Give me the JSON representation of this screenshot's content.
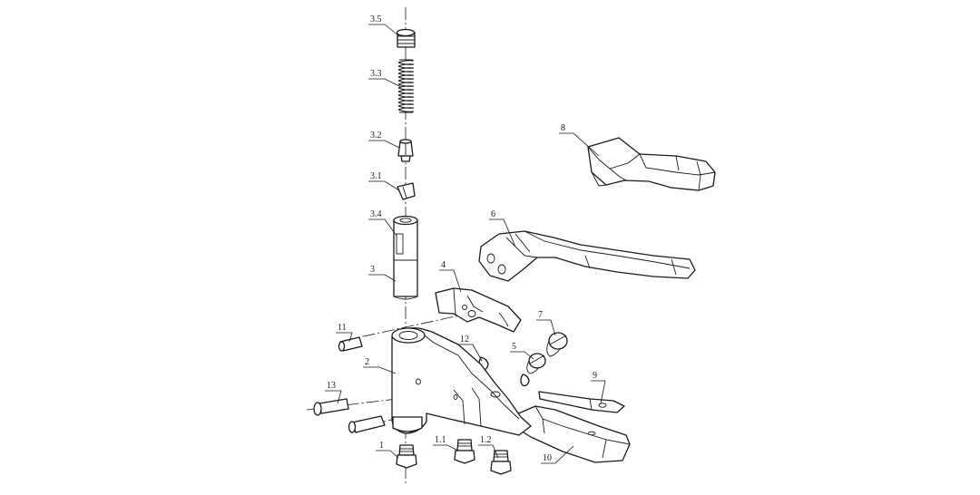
{
  "diagram": {
    "labels": {
      "p3_5": "3.5",
      "p3_3": "3.3",
      "p3_2": "3.2",
      "p3_1": "3.1",
      "p3_4": "3.4",
      "p3": "3",
      "p2": "2",
      "p4": "4",
      "p5": "5",
      "p6": "6",
      "p7": "7",
      "p8": "8",
      "p9": "9",
      "p10": "10",
      "p11": "11",
      "p12": "12",
      "p13": "13",
      "p1": "1",
      "p1_1": "1.1",
      "p1_2": "1.2"
    }
  }
}
